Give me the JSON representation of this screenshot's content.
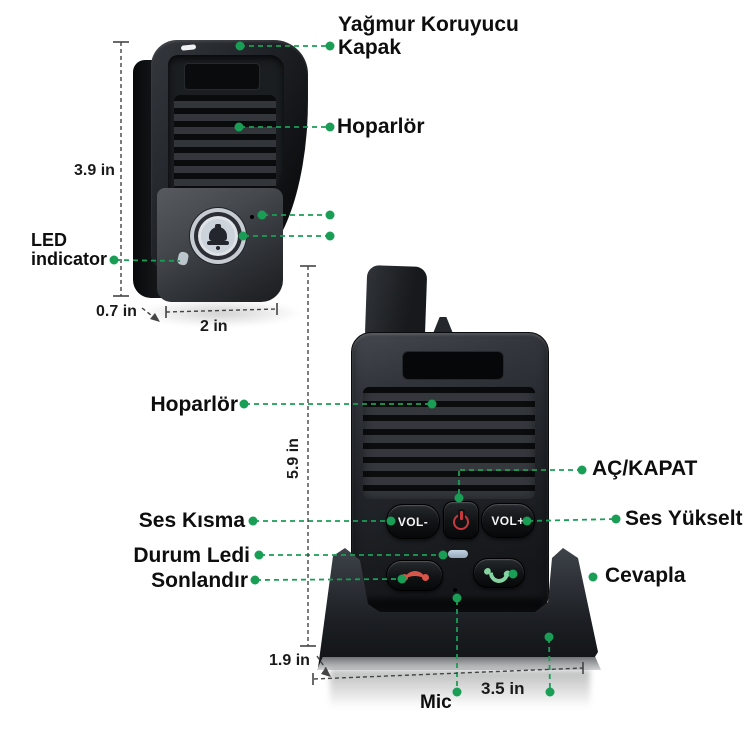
{
  "colors": {
    "callout_green": "#1a9e56",
    "dimension_gray": "#444444",
    "power_red": "#c8393d",
    "end_call_red": "#d7564a",
    "answer_green": "#86d3a2",
    "status_led_blue": "#a9bfd0"
  },
  "doorbell": {
    "callouts": {
      "rain_cover_line1": "Yağmur Koruyucu",
      "rain_cover_line2": "Kapak",
      "speaker": "Hoparlör",
      "led_line1": "LED",
      "led_line2": "indicator"
    },
    "dimensions": {
      "height": "3.9 in",
      "depth": "0.7 in",
      "width": "2 in"
    }
  },
  "handset": {
    "callouts": {
      "speaker": "Hoparlör",
      "power": "AÇ/KAPAT",
      "volume_down": "Ses Kısma",
      "volume_up": "Ses Yükselt",
      "status_led": "Durum Ledi",
      "end_call": "Sonlandır",
      "answer": "Cevapla",
      "mic": "Mic"
    },
    "buttons": {
      "volume_down": "VOL-",
      "volume_up": "VOL+"
    },
    "dimensions": {
      "height": "5.9 in",
      "dock_height": "1.9 in",
      "width": "3.5 in"
    }
  }
}
